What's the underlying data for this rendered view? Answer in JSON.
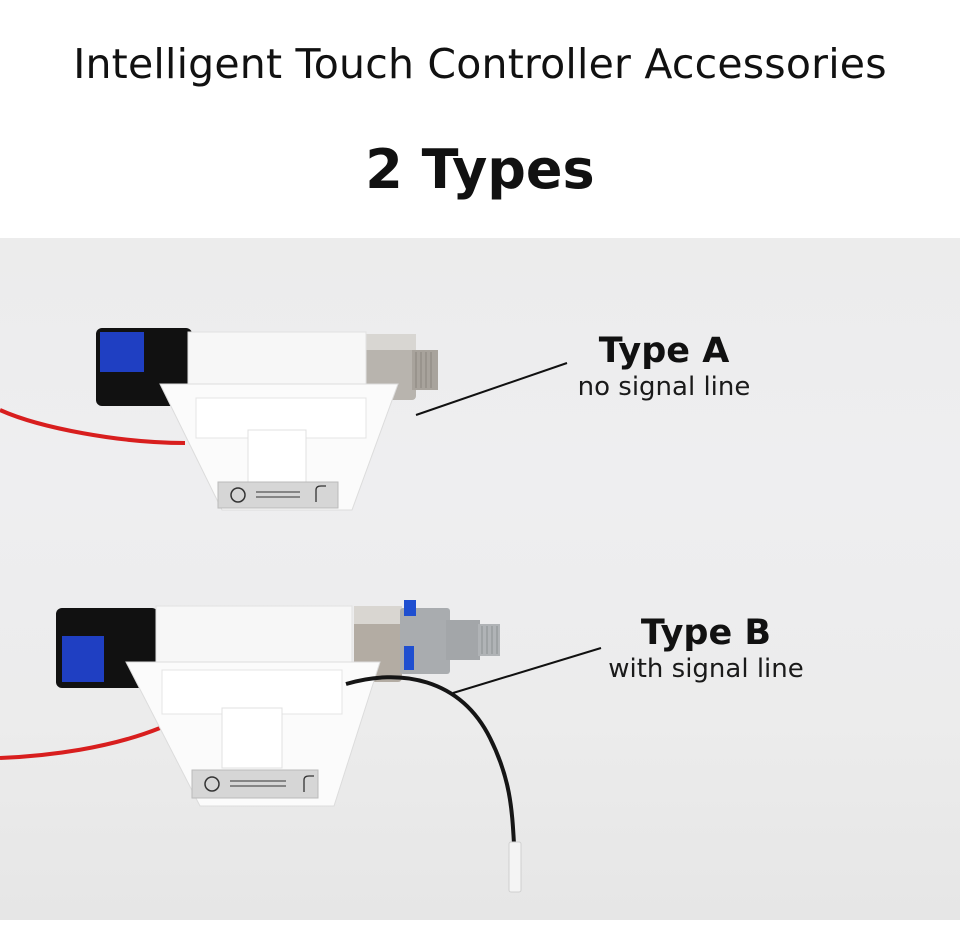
{
  "header": {
    "title": "Intelligent Touch Controller Accessories",
    "subtitle": "2 Types"
  },
  "products": [
    {
      "name": "Type A",
      "description": "no signal line",
      "parts": [
        "solenoid-valve",
        "white-housing",
        "metal-threaded-connector",
        "red-wire",
        "label-plate"
      ]
    },
    {
      "name": "Type B",
      "description": "with signal line",
      "parts": [
        "solenoid-valve",
        "white-housing",
        "metal-connector",
        "grey-quick-connect-fitting",
        "red-wire",
        "black-signal-wire",
        "label-plate"
      ]
    }
  ],
  "colors": {
    "background": "#ffffff",
    "photo_background": "#ececec",
    "text": "#111111",
    "wire_red": "#d81e1e",
    "wire_black": "#151515",
    "valve_blue": "#1f3fc2",
    "fitting_grey": "#a9acaf"
  }
}
